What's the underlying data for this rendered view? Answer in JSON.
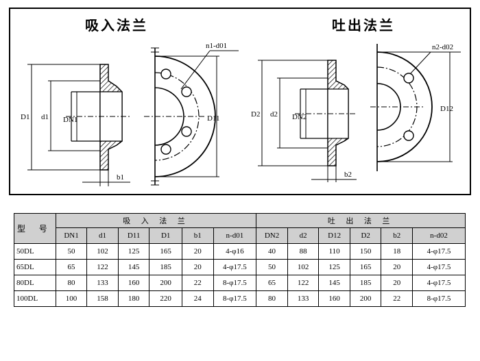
{
  "drawing": {
    "suction_title": "吸入法兰",
    "discharge_title": "吐出法兰",
    "labels": {
      "D1": "D1",
      "d1": "d1",
      "DN1": "DN1",
      "D11": "D11",
      "b1": "b1",
      "n1_d01": "n1-d01",
      "D2": "D2",
      "d2": "d2",
      "DN2": "DN2",
      "D12": "D12",
      "b2": "b2",
      "n2_d02": "n2-d02"
    }
  },
  "table": {
    "model_header": "型 号",
    "suction_header": "吸 入 法 兰",
    "discharge_header": "吐 出 法 兰",
    "columns": [
      "DN1",
      "d1",
      "D11",
      "D1",
      "b1",
      "n-d01",
      "DN2",
      "d2",
      "D12",
      "D2",
      "b2",
      "n-d02"
    ],
    "rows": [
      {
        "model": "50DL",
        "cells": [
          "50",
          "102",
          "125",
          "165",
          "20",
          "4-φ16",
          "40",
          "88",
          "110",
          "150",
          "18",
          "4-φ17.5"
        ]
      },
      {
        "model": "65DL",
        "cells": [
          "65",
          "122",
          "145",
          "185",
          "20",
          "4-φ17.5",
          "50",
          "102",
          "125",
          "165",
          "20",
          "4-φ17.5"
        ]
      },
      {
        "model": "80DL",
        "cells": [
          "80",
          "133",
          "160",
          "200",
          "22",
          "8-φ17.5",
          "65",
          "122",
          "145",
          "185",
          "20",
          "4-φ17.5"
        ]
      },
      {
        "model": "100DL",
        "cells": [
          "100",
          "158",
          "180",
          "220",
          "24",
          "8-φ17.5",
          "80",
          "133",
          "160",
          "200",
          "22",
          "8-φ17.5"
        ]
      }
    ]
  }
}
